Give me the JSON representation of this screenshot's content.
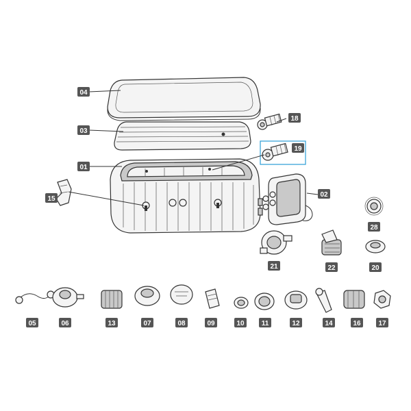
{
  "labels": {
    "p01": "01",
    "p02": "02",
    "p03": "03",
    "p04": "04",
    "p05": "05",
    "p06": "06",
    "p07": "07",
    "p08": "08",
    "p09": "09",
    "p10": "10",
    "p11": "11",
    "p12": "12",
    "p13": "13",
    "p14": "14",
    "p15": "15",
    "p16": "16",
    "p17": "17",
    "p18": "18",
    "p19": "19",
    "p20": "20",
    "p21": "21",
    "p22": "22",
    "p28": "28"
  },
  "colors": {
    "highlight": "#3aa3d8",
    "label_bg": "#555555",
    "line": "#333333"
  }
}
